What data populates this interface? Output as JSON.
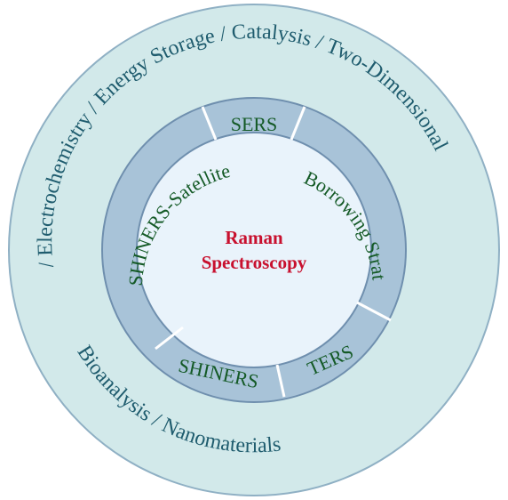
{
  "center": {
    "line1": "Raman",
    "line2": "Spectroscopy"
  },
  "inner_ring": {
    "segments": [
      "SERS",
      "Borrowing Strategy",
      "TERS",
      "SHINERS",
      "SHINERS-Satellite"
    ]
  },
  "outer_ring": {
    "top_text": "/ Electrochemistry / Energy  Storage / Catalysis / Two-Dimensional",
    "bottom_text": "Bioanalysis  /  Nanomaterials"
  },
  "colors": {
    "outer_ring": "#d2e9ea",
    "inner_ring": "#a8c3d8",
    "center": "#e9f3fb",
    "outer_text": "#1f5c6e",
    "inner_text": "#145a26",
    "center_text": "#c8102e",
    "divider": "#ffffff"
  }
}
